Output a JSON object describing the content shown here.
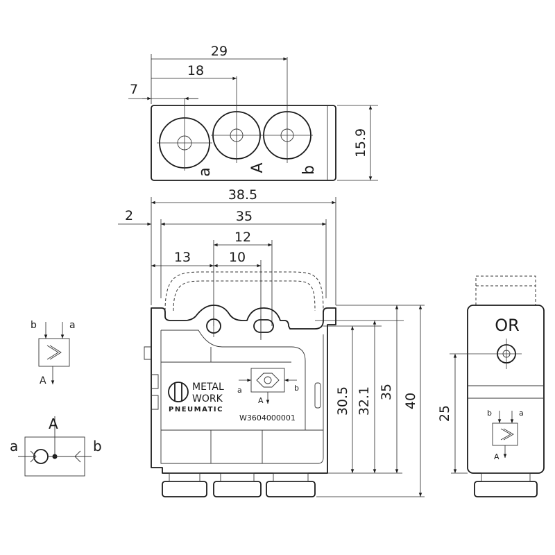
{
  "top_view": {
    "dims": {
      "d29": "29",
      "d18": "18",
      "d7": "7",
      "d15_9": "15.9"
    },
    "ports": {
      "a": "a",
      "A": "A",
      "b": "b"
    }
  },
  "front_view": {
    "dims": {
      "d38_5": "38.5",
      "d35_top": "35",
      "d2": "2",
      "d12": "12",
      "d13": "13",
      "d10": "10",
      "d30_5": "30.5",
      "d32_1": "32.1",
      "d35_right": "35",
      "d40": "40"
    },
    "brand": {
      "line1": "METAL",
      "line2": "WORK",
      "line3": "PNEUMATIC"
    },
    "part_number": "W3604000001",
    "symbol": {
      "a": "a",
      "b": "b",
      "A": "A"
    }
  },
  "side_view": {
    "title": "OR",
    "dims": {
      "d25": "25"
    },
    "symbol": {
      "b": "b",
      "a": "a",
      "A": "A"
    }
  },
  "left_symbols": {
    "small": {
      "b": "b",
      "a": "a",
      "A": "A"
    },
    "large": {
      "A": "A",
      "a": "a",
      "b": "b"
    }
  }
}
